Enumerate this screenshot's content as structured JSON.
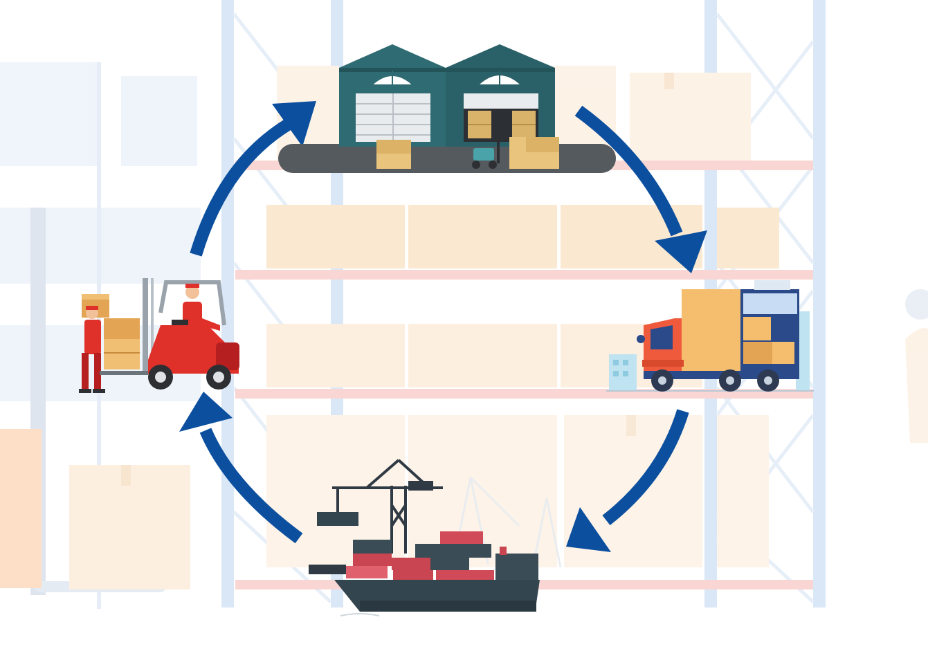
{
  "diagram": {
    "type": "cycle",
    "direction": "clockwise",
    "nodes": [
      {
        "id": "warehouse",
        "icon": "warehouse-icon"
      },
      {
        "id": "delivery-truck",
        "icon": "truck-icon"
      },
      {
        "id": "cargo-ship",
        "icon": "cargo-ship-icon"
      },
      {
        "id": "forklift",
        "icon": "forklift-icon"
      }
    ],
    "edges": [
      {
        "from": "forklift",
        "to": "warehouse"
      },
      {
        "from": "warehouse",
        "to": "delivery-truck"
      },
      {
        "from": "delivery-truck",
        "to": "cargo-ship"
      },
      {
        "from": "cargo-ship",
        "to": "forklift"
      }
    ]
  },
  "colors": {
    "arrow": "#0b4f9e",
    "rack_upright": "#d4e3f5",
    "rack_beam": "#f7c9c6",
    "box_faded": "#fbe6cc",
    "warehouse": "#2f6b72",
    "truck_cab": "#ef5a3c",
    "truck_cargo": "#f4be6e",
    "forklift": "#e0302a",
    "ship_hull": "#33454f",
    "container_red": "#c94552",
    "container_dark": "#3a4c56"
  }
}
